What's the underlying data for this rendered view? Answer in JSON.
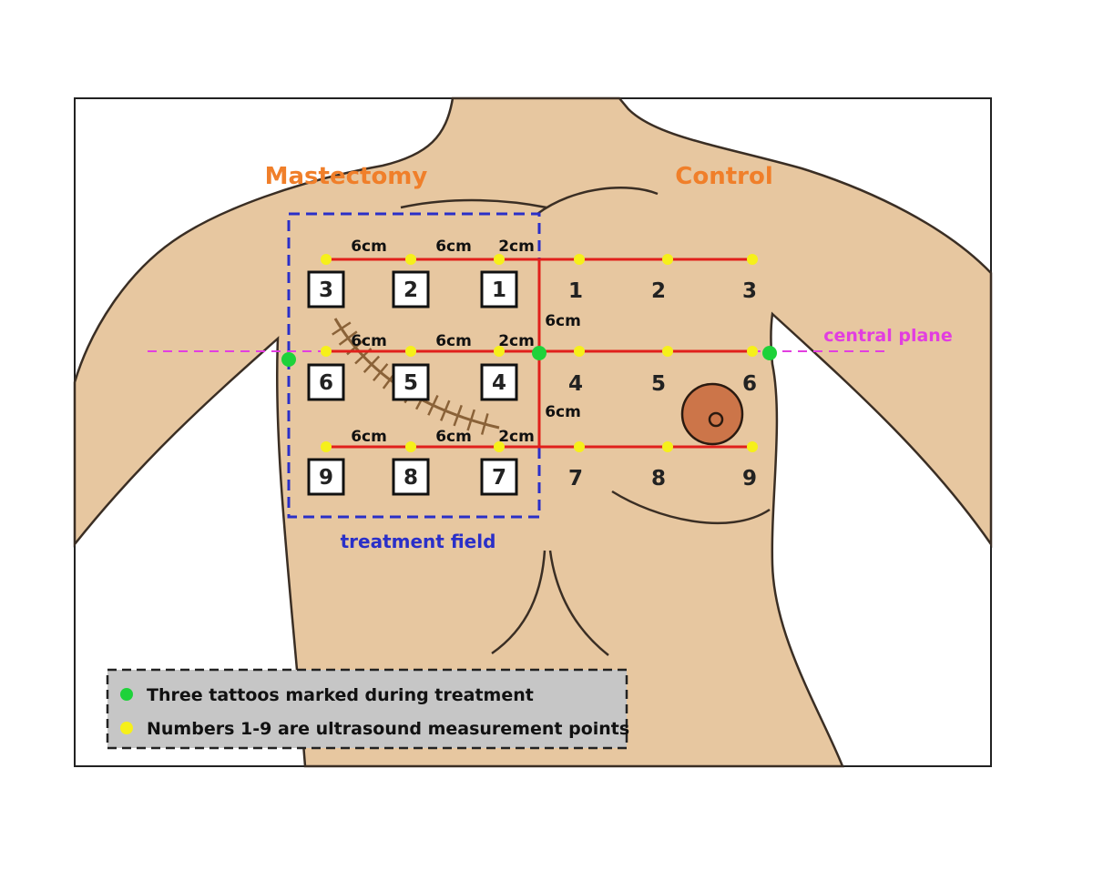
{
  "labels": {
    "mastectomy": "Mastectomy",
    "control": "Control",
    "treatment_field": "treatment field",
    "central_plane": "central plane"
  },
  "distances": {
    "row1": [
      "6cm",
      "6cm",
      "2cm"
    ],
    "row2": [
      "6cm",
      "6cm",
      "2cm"
    ],
    "row3": [
      "6cm",
      "6cm",
      "2cm"
    ],
    "vertical": [
      "6cm",
      "6cm"
    ]
  },
  "mastectomy_points": [
    "3",
    "2",
    "1",
    "6",
    "5",
    "4",
    "9",
    "8",
    "7"
  ],
  "control_points": [
    "1",
    "2",
    "3",
    "4",
    "5",
    "6",
    "7",
    "8",
    "9"
  ],
  "legend": {
    "tattoos": "Three tattoos marked during treatment",
    "points": "Numbers 1-9 are ultrasound measurement points"
  },
  "colors": {
    "skin": "#e7c7a0",
    "outline": "#3a2e24",
    "label_orange": "#f07f2a",
    "treatment_field": "#2a2fc8",
    "central_plane": "#e23ee0",
    "measure_line": "#e0201b",
    "measure_point": "#f6f01a",
    "tattoo": "#1ed23a",
    "nipple": "#cc7549",
    "scar": "#8a6238",
    "legend_bg": "#c6c6c6"
  }
}
